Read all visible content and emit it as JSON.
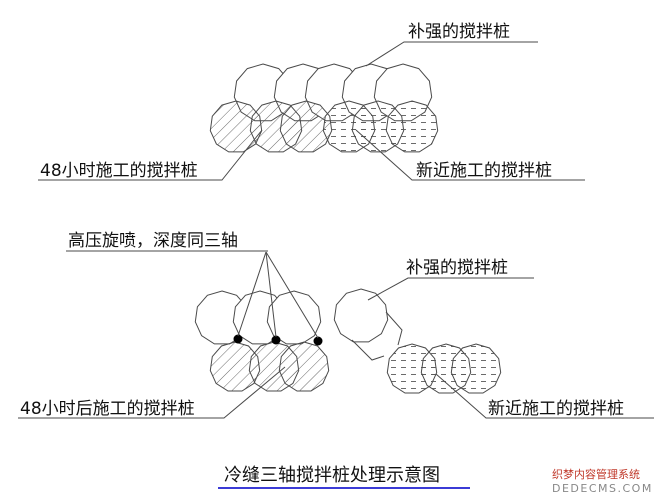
{
  "diagram": {
    "top": {
      "label_reinforce": "补强的搅拌桩",
      "label_48h": "48小时施工的搅拌桩",
      "label_new": "新近施工的搅拌桩"
    },
    "bottom": {
      "label_jet": "高压旋喷，深度同三轴",
      "label_reinforce": "补强的搅拌桩",
      "label_48h": "48小时后施工的搅拌桩",
      "label_new": "新近施工的搅拌桩"
    },
    "caption": "冷缝三轴搅拌桩处理示意图",
    "watermark_top": "织梦内容管理系统",
    "watermark_bottom": "DEDECMS.COM"
  },
  "colors": {
    "line": "#4a4a4a",
    "ink": "#111111",
    "caption_underline": "#3b3bd6",
    "watermark_red": "#c0392b",
    "watermark_gray": "#888888"
  }
}
